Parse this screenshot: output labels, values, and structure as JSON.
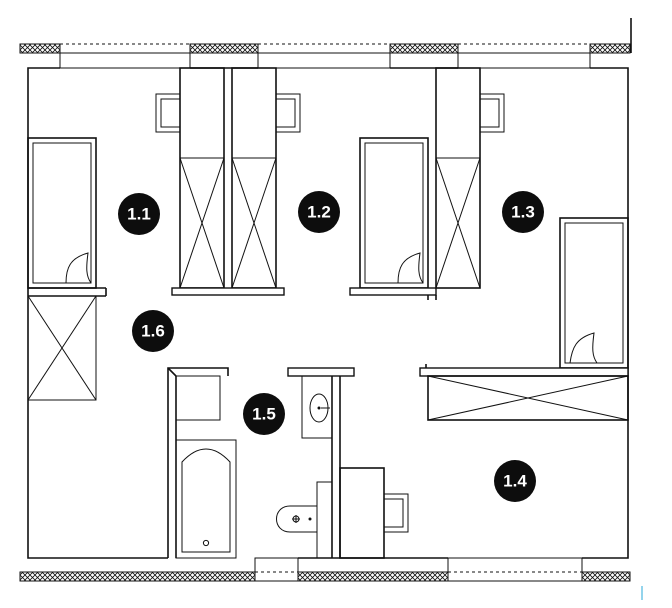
{
  "rooms": [
    {
      "id": "1.1",
      "label": "1.1"
    },
    {
      "id": "1.2",
      "label": "1.2"
    },
    {
      "id": "1.3",
      "label": "1.3"
    },
    {
      "id": "1.4",
      "label": "1.4"
    },
    {
      "id": "1.5",
      "label": "1.5"
    },
    {
      "id": "1.6",
      "label": "1.6"
    }
  ],
  "colors": {
    "ink": "#111111",
    "badge": "#0d0d0d",
    "badge_text": "#ffffff",
    "accent_line": "#2aa8d8"
  }
}
